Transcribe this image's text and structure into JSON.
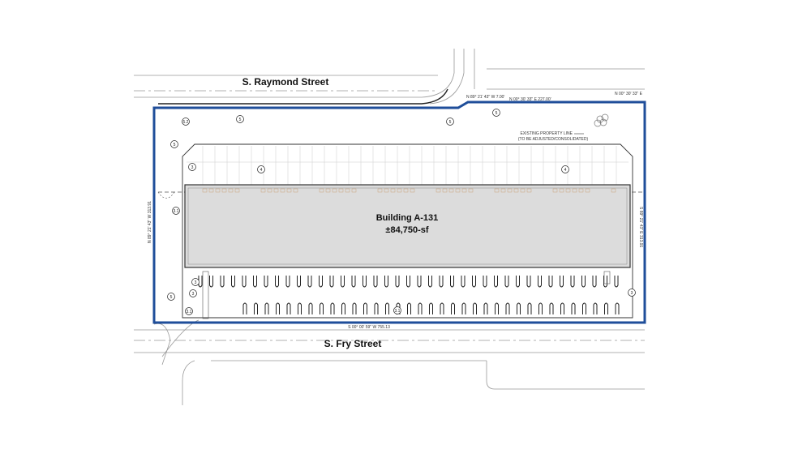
{
  "streets": {
    "north": "S. Raymond Street",
    "south": "S. Fry Street"
  },
  "building": {
    "name": "Building A-131",
    "area": "±84,750-sf"
  },
  "notes": {
    "property_line": "EXISTING PROPERTY LINE",
    "property_line_sub": "(TO BE ADJUSTED/CONSOLIDATED)"
  },
  "bearings": {
    "top_jog": "N 89° 21' 43\" W 7.00'",
    "top": "N 00° 30' 33\" E 227.00'",
    "top_right": "N 00° 30' 33\" E",
    "bottom": "S 00° 00' 59\" W 755.13",
    "left": "N 89° 21' 43\" W 313.91",
    "right": "S 89° 21' 43\" E 313.91"
  },
  "keynotes": [
    "5.2",
    "5",
    "5",
    "5",
    "5",
    "3",
    "4",
    "4",
    "3.1",
    "5",
    "3",
    "3.1",
    "3.1",
    "3",
    "3"
  ],
  "colors": {
    "property_boundary": "#1f4e9a",
    "building_fill": "#dcdcdc",
    "linework": "#444444"
  }
}
